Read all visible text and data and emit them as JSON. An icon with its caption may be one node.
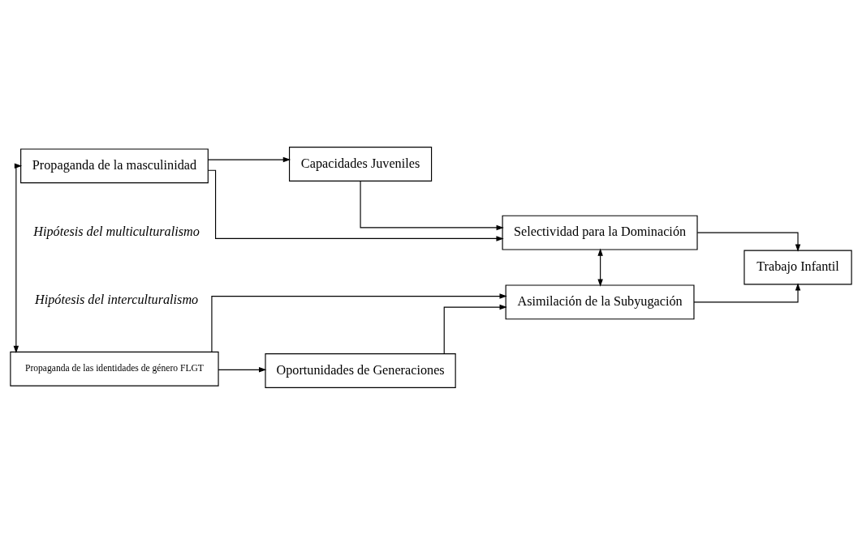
{
  "diagram": {
    "nodes": [
      {
        "text": [
          "Propaganda de la masculinidad"
        ]
      },
      {
        "text": [
          "Capacidades Juveniles"
        ]
      },
      {
        "text": [
          "Selectividad para la Dominación"
        ]
      },
      {
        "text": [
          "Trabajo Infantil"
        ]
      },
      {
        "text": [
          "Asimilación de la Subyugación"
        ]
      },
      {
        "text": [
          "Oportunidades de Generaciones"
        ]
      },
      {
        "text": [
          "Propaganda de las identidades de género FLGT"
        ]
      }
    ],
    "edges": [
      {
        "from": 0,
        "to": 1,
        "arrow": "to"
      },
      {
        "from": 0,
        "to": 2,
        "arrow": "to"
      },
      {
        "from": 0,
        "to": 6,
        "arrow": "both"
      },
      {
        "from": 1,
        "to": 2,
        "arrow": "to"
      },
      {
        "from": 2,
        "to": 3,
        "arrow": "to"
      },
      {
        "from": 2,
        "to": 4,
        "arrow": "both"
      },
      {
        "from": 4,
        "to": 3,
        "arrow": "to"
      },
      {
        "from": 5,
        "to": 4,
        "arrow": "to"
      },
      {
        "from": 6,
        "to": 5,
        "arrow": "to"
      },
      {
        "from": 6,
        "to": 4,
        "arrow": "to"
      }
    ],
    "labels": [
      "Hipótesis del multiculturalismo",
      "Hipótesis del interculturalismo"
    ]
  }
}
